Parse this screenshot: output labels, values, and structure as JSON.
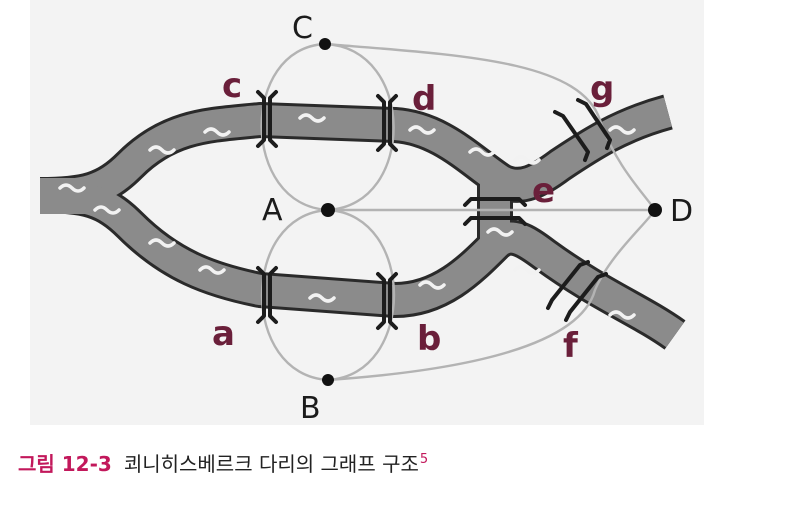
{
  "graph": {
    "nodes": [
      "A",
      "B",
      "C",
      "D"
    ],
    "bridges": [
      "a",
      "b",
      "c",
      "d",
      "e",
      "f",
      "g"
    ]
  },
  "caption": {
    "figure_number": "그림 12-3",
    "text": "쾨니히스베르크 다리의 그래프 구조",
    "footnote": "5"
  },
  "colors": {
    "river": "#8b8b8b",
    "river_outline": "#2a2a2a",
    "graph_edge": "#b3b3b3",
    "node": "#111111",
    "bridge_label": "#6a1f3a",
    "caption_accent": "#c2185b"
  }
}
